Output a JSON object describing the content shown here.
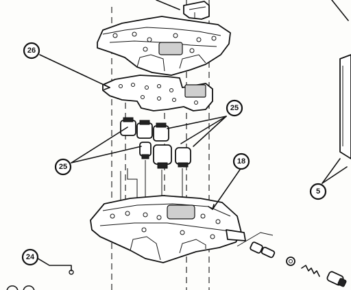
{
  "callouts": {
    "c26": "26",
    "c25_upper": "25",
    "c25_lower": "25",
    "c18": "18",
    "c5": "5",
    "c24": "24"
  }
}
